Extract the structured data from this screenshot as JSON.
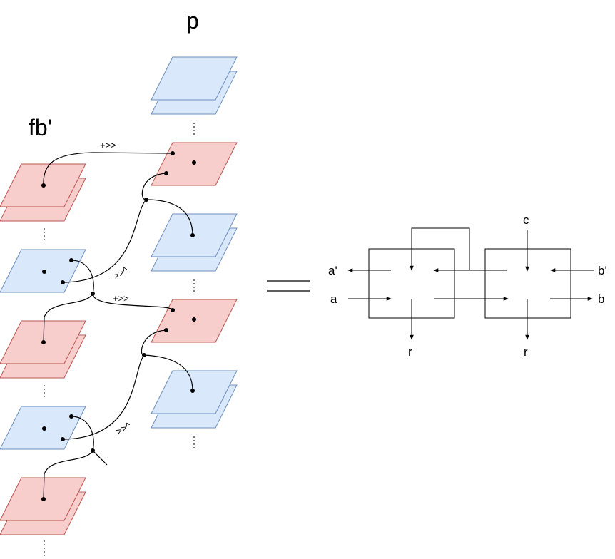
{
  "labels": {
    "p": "p",
    "fb": "fb'",
    "bind1": "+>>",
    "bind2": "+>>",
    "diag1": ">>^",
    "diag2": ">>^",
    "equals": "="
  },
  "boxes": {
    "left": {
      "top_in": "",
      "out_left": "a'",
      "in_left": "a",
      "out_bottom": "r"
    },
    "right": {
      "top_in": "c",
      "out_right": "b",
      "in_right": "b'",
      "out_bottom": "r"
    }
  },
  "colors": {
    "red_fill": "#f8cecc",
    "red_stroke": "#b85450",
    "blue_fill": "#dae8fc",
    "blue_stroke": "#6c8ebf",
    "line": "#000000"
  }
}
